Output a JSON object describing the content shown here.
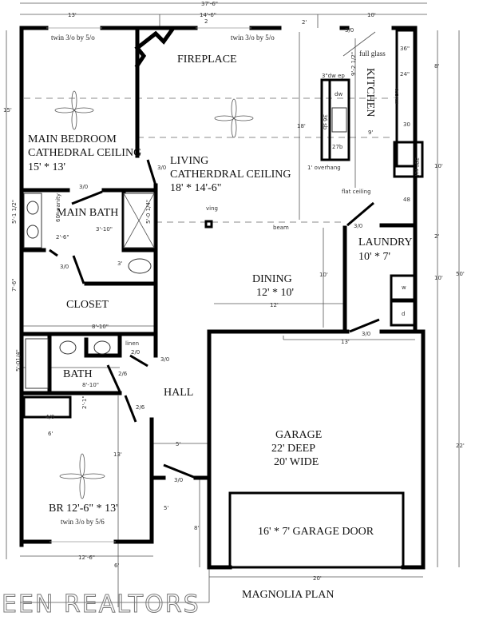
{
  "title": "MAGNOLIA PLAN",
  "watermark": "EEN REALTORS",
  "rooms": {
    "main_bedroom": [
      "MAIN BEDROOM",
      "CATHEDRAL CEILING",
      "15' * 13'"
    ],
    "living": [
      "LIVING",
      "CATHERDRAL CEILING",
      "18' * 14'-6\""
    ],
    "kitchen": "KITCHEN",
    "laundry": [
      "LAUNDRY",
      "10' * 7'"
    ],
    "dining": [
      "DINING",
      "12' * 10'"
    ],
    "main_bath": "MAIN BATH",
    "closet": "CLOSET",
    "bath": "BATH",
    "hall": "HALL",
    "bedroom": "BR 12'-6\" * 13'",
    "garage": [
      "GARAGE",
      "22' DEEP",
      "20' WIDE"
    ],
    "fireplace": "FIREPLACE",
    "garage_door": "16' * 7' GARAGE DOOR"
  },
  "notes": {
    "window": "twin 3/o by 5/o",
    "window_br": "twin 3/o by 5/6",
    "full_glass": "full glass",
    "dw_ep": "3\"dw ep",
    "dw": "dw",
    "sink": "36 sb",
    "b27": "27b",
    "cab36": "36\"",
    "cab24": "24\"",
    "micro": "micro",
    "cab30": "30",
    "ref": "39\" ref",
    "cab48": "48",
    "overhang": "1' overhang",
    "flat": "flat ceiling",
    "ving": "ving",
    "beam": "beam",
    "washer": "w",
    "dryer": "d",
    "vanity": "60\" vanity",
    "linen": "linen"
  },
  "doors": [
    "3/0",
    "3/0",
    "3/0",
    "3/0",
    "3/0",
    "3/0",
    "2/0",
    "3/0",
    "2/6",
    "2/6",
    "4/0",
    "3/0",
    "3/0"
  ],
  "dimensions": {
    "overall": "37'-6\"",
    "top": [
      "13'",
      "14'-6\"",
      "10'",
      "2",
      "2'"
    ],
    "left": [
      "15'",
      "5'-1 1/2\"",
      "7'-6\"",
      "5'-01/4\""
    ],
    "right": [
      "8'",
      "10'",
      "2'",
      "10'",
      "50'",
      "22'"
    ],
    "kitchen": [
      "9'-2 1/2\"",
      "9'",
      "18'"
    ],
    "dining": [
      "10'",
      "12'",
      "13'"
    ],
    "bath": [
      "5'-0 1/4\"",
      "3'-10\"",
      "2'-6\"",
      "3'",
      "8'-10\"",
      "8'-10\""
    ],
    "bedroom": [
      "2'-1\"",
      "6'",
      "13'",
      "5'",
      "5'",
      "8'",
      "12'-6\"",
      "6'"
    ],
    "garage": "20'"
  }
}
